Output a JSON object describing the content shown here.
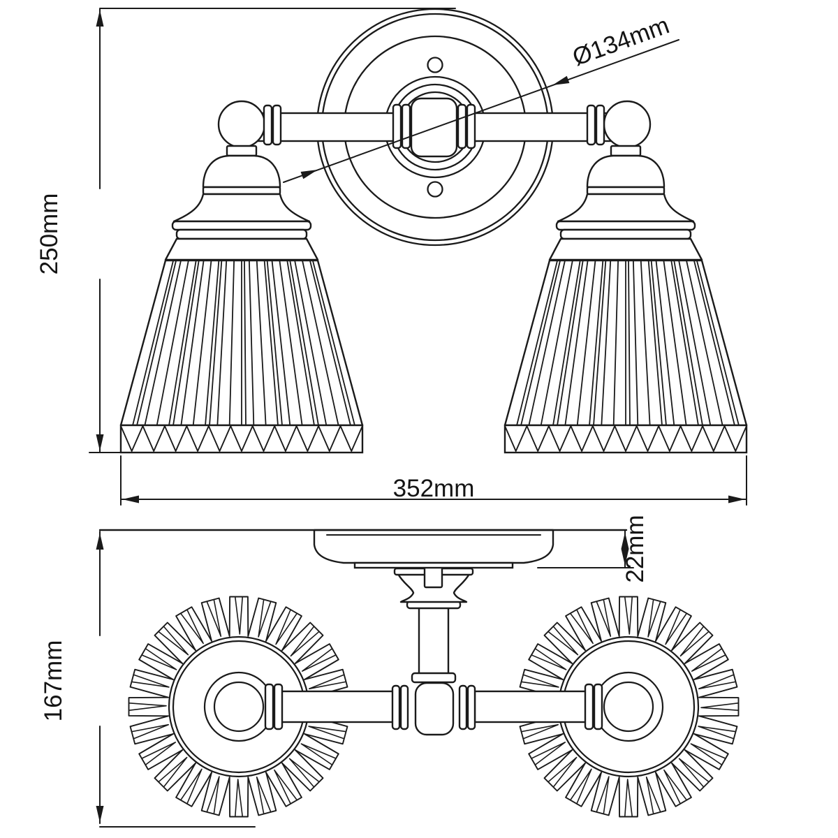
{
  "drawing": {
    "front_view": {
      "height_label": "250mm",
      "width_label": "352mm",
      "backplate_diameter_label": "Ø134mm"
    },
    "plan_view": {
      "depth_label": "167mm",
      "backplate_thickness_label": "22mm"
    }
  },
  "colors": {
    "line": "#1a1a1a",
    "background": "#ffffff"
  }
}
